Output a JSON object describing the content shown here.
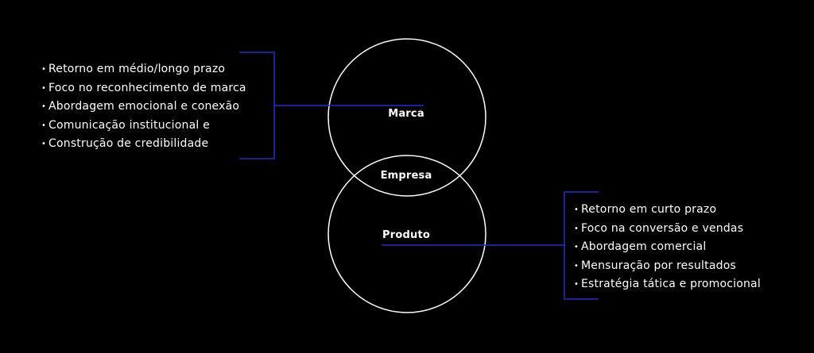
{
  "colors": {
    "background": "#000000",
    "circle_stroke": "#ffffff",
    "connector": "#1f2fd1",
    "text": "#ffffff"
  },
  "nodes": {
    "marca": "Marca",
    "empresa": "Empresa",
    "produto": "Produto"
  },
  "marca_points": [
    "Retorno em médio/longo prazo",
    "Foco no reconhecimento de marca",
    "Abordagem emocional e conexão",
    "Comunicação institucional e",
    "Construção de credibilidade"
  ],
  "produto_points": [
    "Retorno em curto prazo",
    "Foco na conversão e vendas",
    "Abordagem comercial",
    "Mensuração por resultados",
    "Estratégia tática e promocional"
  ]
}
